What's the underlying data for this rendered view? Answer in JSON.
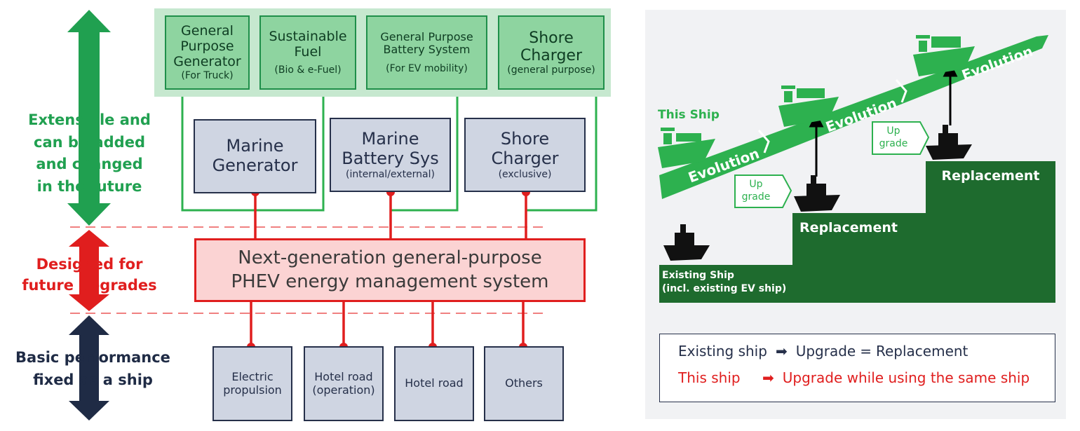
{
  "colors": {
    "green": "#20a050",
    "red": "#e01e1e",
    "navy": "#1f2b45",
    "dark_green": "#1e6b2e",
    "light_green_panel": "#c6e8cf"
  },
  "left": {
    "side_labels": {
      "extensible": "Extensible and\ncan be added\nand changed\nin the future",
      "designed": "Designed for\nfuture upgrades",
      "basic": "Basic performance\nfixed as a ship"
    },
    "top_boxes": [
      {
        "title": "General\nPurpose\nGenerator",
        "sub": "(For Truck)"
      },
      {
        "title": "Sustainable\nFuel",
        "sub": "(Bio & e-Fuel)"
      },
      {
        "title": "General Purpose\nBattery System",
        "sub": "(For EV mobility)"
      },
      {
        "title": "Shore\nCharger",
        "sub": "(general purpose)"
      }
    ],
    "mid_boxes": [
      {
        "title": "Marine\nGenerator",
        "sub": ""
      },
      {
        "title": "Marine\nBattery Sys",
        "sub": "(internal/external)"
      },
      {
        "title": "Shore\nCharger",
        "sub": "(exclusive)"
      }
    ],
    "center_box": "Next-generation general-purpose\nPHEV energy management system",
    "bottom_boxes": [
      "Electric\npropulsion",
      "Hotel road\n(operation)",
      "Hotel road",
      "Others"
    ]
  },
  "right": {
    "this_ship": "This Ship",
    "evolution": "Evolution",
    "upgrade": "Up\ngrade",
    "replacement": "Replacement",
    "existing_ship": "Existing Ship\n(incl. existing EV ship)",
    "legend": {
      "row1_left": "Existing ship",
      "row1_mid": "Upgrade",
      "row1_eq": "=",
      "row1_right": "Replacement",
      "row2_left": "This ship",
      "row2_right": "Upgrade while using the same ship"
    }
  }
}
